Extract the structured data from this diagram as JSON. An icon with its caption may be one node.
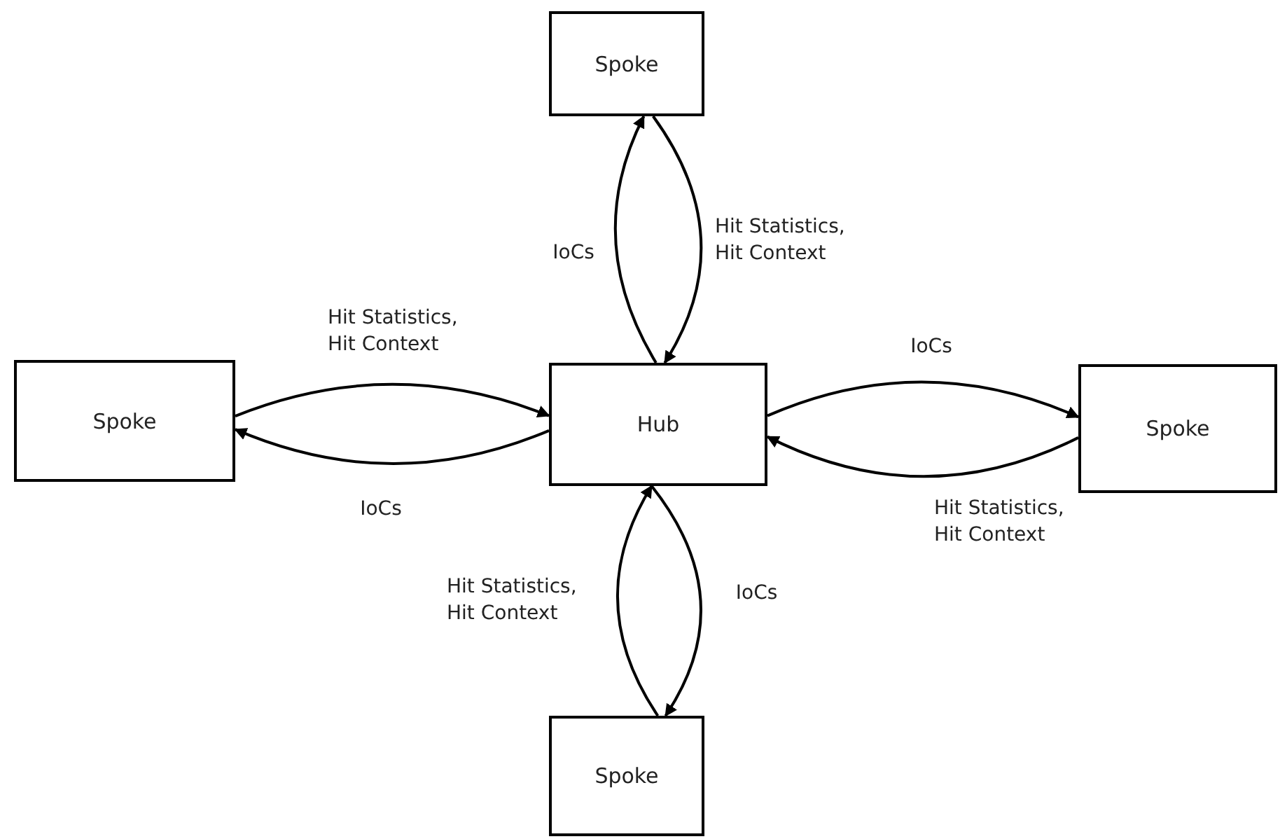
{
  "diagram": {
    "nodes": [
      {
        "text": [
          "Spoke"
        ]
      },
      {
        "text": [
          "Spoke"
        ]
      },
      {
        "text": [
          "Hub"
        ]
      },
      {
        "text": [
          "Spoke"
        ]
      },
      {
        "text": [
          "Spoke"
        ]
      }
    ],
    "edges": [
      {
        "from": 2,
        "to": 0,
        "arrow": "to",
        "label": "IoCs"
      },
      {
        "from": 0,
        "to": 2,
        "arrow": "to",
        "label": "Hit Statistics, Hit Context"
      },
      {
        "from": 1,
        "to": 2,
        "arrow": "to",
        "label": "Hit Statistics, Hit Context"
      },
      {
        "from": 2,
        "to": 1,
        "arrow": "to",
        "label": "IoCs"
      },
      {
        "from": 2,
        "to": 3,
        "arrow": "to",
        "label": "IoCs"
      },
      {
        "from": 3,
        "to": 2,
        "arrow": "to",
        "label": "Hit Statistics, Hit Context"
      },
      {
        "from": 4,
        "to": 2,
        "arrow": "to",
        "label": "Hit Statistics, Hit Context"
      },
      {
        "from": 2,
        "to": 4,
        "arrow": "to",
        "label": "IoCs"
      }
    ]
  }
}
